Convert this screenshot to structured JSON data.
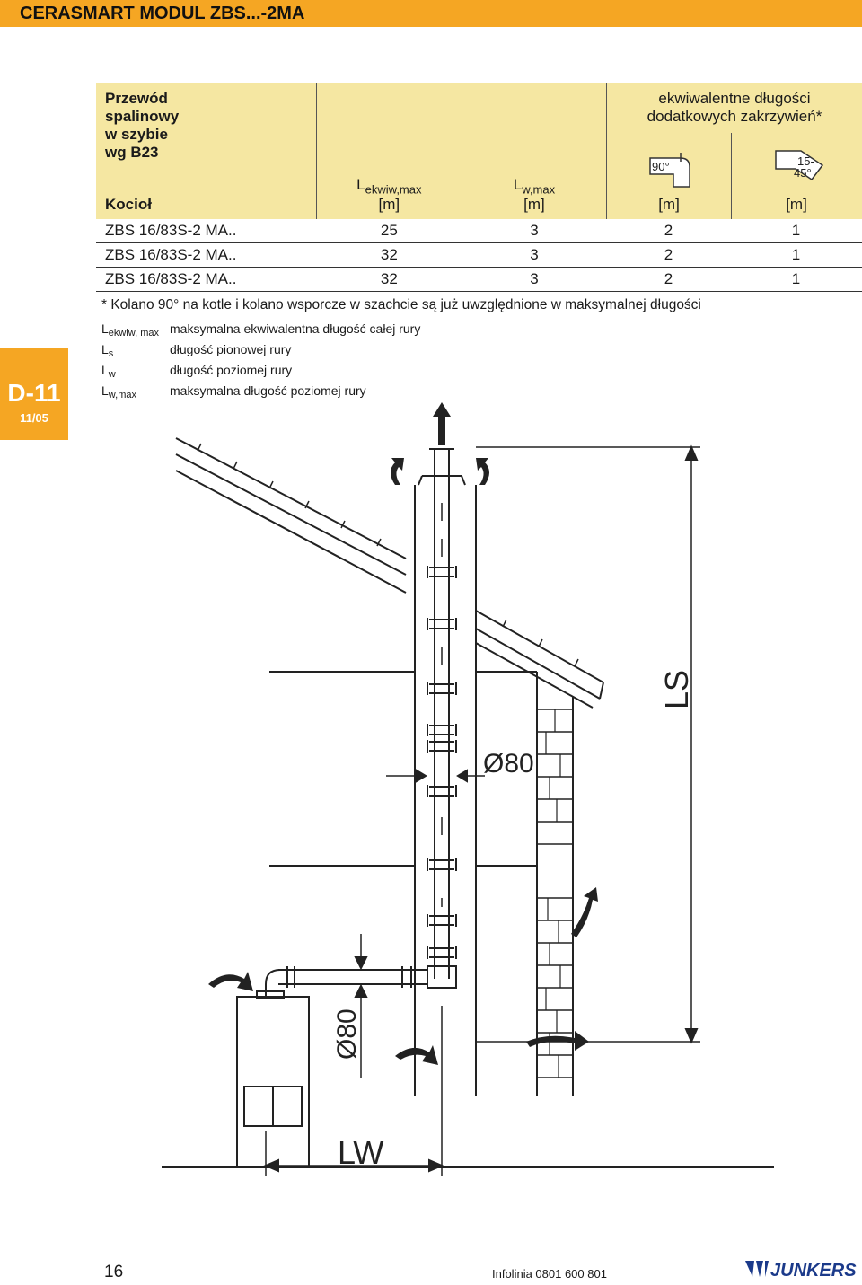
{
  "page_title": "CERASMART MODUL ZBS...-2MA",
  "side_tab": {
    "code": "D-11",
    "date": "11/05"
  },
  "table": {
    "col0_lines": [
      "Przewód",
      "spalinowy",
      "w szybie",
      "wg B23"
    ],
    "col0_bottom": "Kocioł",
    "col1_main": "L",
    "col1_sub": "ekwiw,max",
    "col1_unit": "[m]",
    "col2_main": "L",
    "col2_sub": "w,max",
    "col2_unit": "[m]",
    "col3_title1": "ekwiwalentne długości",
    "col3_title2": "dodatkowych zakrzywień*",
    "elbow1_label": "90°",
    "elbow2_label_a": "15-",
    "elbow2_label_b": "45°",
    "unit_m": "[m]",
    "rows": [
      {
        "model": "ZBS 16/83S-2 MA..",
        "lekw": "25",
        "lw": "3",
        "k90": "2",
        "k45": "1"
      },
      {
        "model": "ZBS 16/83S-2 MA..",
        "lekw": "32",
        "lw": "3",
        "k90": "2",
        "k45": "1"
      },
      {
        "model": "ZBS 16/83S-2 MA..",
        "lekw": "32",
        "lw": "3",
        "k90": "2",
        "k45": "1"
      }
    ]
  },
  "note": "* Kolano 90° na kotle i kolano wsporcze w szachcie są już uwzględnione w maksymalnej długości",
  "legend": [
    {
      "key": "L",
      "sub": "ekwiw, max",
      "text": "maksymalna ekwiwalentna długość całej rury"
    },
    {
      "key": "L",
      "sub": "s",
      "text": "długość pionowej rury"
    },
    {
      "key": "L",
      "sub": "w",
      "text": "długość poziomej rury"
    },
    {
      "key": "L",
      "sub": "w,max",
      "text": "maksymalna długość poziomej rury"
    }
  ],
  "diagram": {
    "label_ls": "LS",
    "label_d80_pipe": "Ø80",
    "label_d80_horiz": "Ø80",
    "label_lw": "LW"
  },
  "footer": {
    "page_number": "16",
    "info": "Infolinia 0801 600 801",
    "brand": "JUNKERS"
  },
  "colors": {
    "accent": "#f5a623",
    "table_header": "#f5e7a2"
  }
}
